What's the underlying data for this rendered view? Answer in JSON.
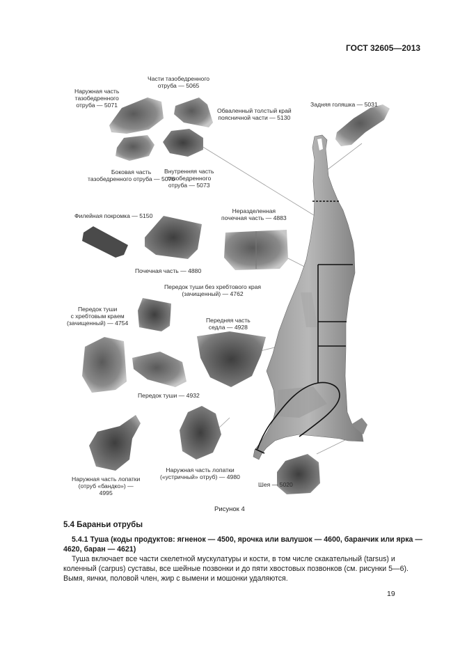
{
  "header": {
    "standard": "ГОСТ 32605—2013"
  },
  "figure": {
    "labels": {
      "l5065": [
        "Части тазобедренного",
        "отруба — 5065"
      ],
      "l5071": [
        "Наружная часть",
        "тазобедренного",
        "отруба — 5071"
      ],
      "l5130": [
        "Обваленный толстый край",
        "поясничной части — 5130"
      ],
      "l5031": [
        "Задняя голяшка — 5031"
      ],
      "l5076": [
        "Боковая часть",
        "тазобедренного отруба — 5076"
      ],
      "l5073": [
        "Внутренняя часть",
        "тазобедренного",
        "отруба — 5073"
      ],
      "l5150": [
        "Филейная покромка — 5150"
      ],
      "l4883": [
        "Неразделенная",
        "почечная часть — 4883"
      ],
      "l4880": [
        "Почечная часть — 4880"
      ],
      "l4762": [
        "Передок туши без хребтового края",
        "(зачищенный) — 4762"
      ],
      "l4754": [
        "Передок туши",
        "с хребтовым краем",
        "(зачищенный) — 4754"
      ],
      "l4928": [
        "Передняя часть",
        "седла — 4928"
      ],
      "l4932": [
        "Передок туши — 4932"
      ],
      "l4995": [
        "Наружная часть лопатки",
        "(отруб «бандко») —",
        "4995"
      ],
      "l4980": [
        "Наружная часть лопатки",
        "(«устричный» отруб) — 4980"
      ],
      "l5020": [
        "Шея — 5020"
      ]
    },
    "caption": "Рисунок 4"
  },
  "section": {
    "title": "5.4 Бараньи отрубы"
  },
  "subsection": {
    "title_line1": "5.4.1 Туша (коды продуктов: ягненок — 4500, ярочка или валушок — 4600, баранчик или ярка —",
    "title_line2": "4620, баран — 4621)"
  },
  "body": {
    "line1": "Туша включает все части скелетной мускулатуры и кости, в том числе скакательный (tarsus) и",
    "line2": "коленный (carpus) суставы, все шейные позвонки и до пяти хвостовых позвонков (см. рисунки 5—6).",
    "line3": "Вымя, яички, половой член, жир с вымени и мошонки удаляются."
  },
  "footer": {
    "page_number": "19"
  }
}
